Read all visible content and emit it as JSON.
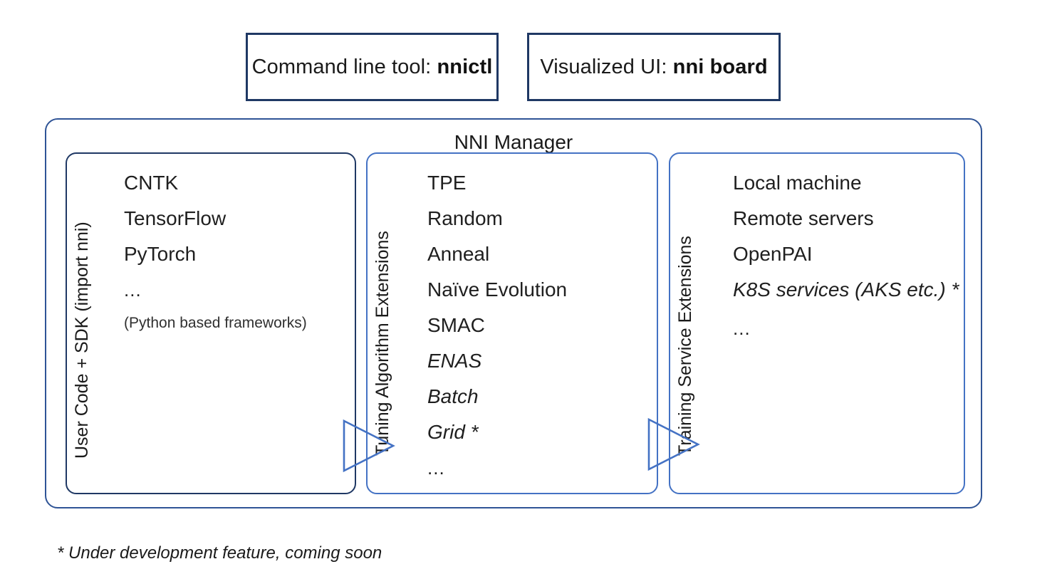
{
  "top_boxes": [
    {
      "name": "command-line-tool",
      "prefix": "Command line tool: ",
      "strong": "nnictl"
    },
    {
      "name": "visualized-ui",
      "prefix": "Visualized UI: ",
      "strong": "nni board"
    }
  ],
  "nni_manager": {
    "title": "NNI Manager",
    "columns": [
      {
        "id": "user-code",
        "side_label": "User Code + SDK (import nni)",
        "items": [
          {
            "text": "CNTK",
            "style": "normal"
          },
          {
            "text": "TensorFlow",
            "style": "normal"
          },
          {
            "text": "PyTorch",
            "style": "normal"
          },
          {
            "text": "...",
            "style": "dots"
          },
          {
            "text": "(Python based frameworks)",
            "style": "small"
          }
        ]
      },
      {
        "id": "tuning-algorithm-extensions",
        "side_label": "Tuning Algorithm Extensions",
        "items": [
          {
            "text": "TPE",
            "style": "normal"
          },
          {
            "text": "Random",
            "style": "normal"
          },
          {
            "text": "Anneal",
            "style": "normal"
          },
          {
            "text": "Naïve Evolution",
            "style": "normal"
          },
          {
            "text": "SMAC",
            "style": "normal"
          },
          {
            "text": "ENAS",
            "style": "italic"
          },
          {
            "text": "Batch",
            "style": "italic"
          },
          {
            "text": "Grid *",
            "style": "italic"
          },
          {
            "text": "...",
            "style": "dots"
          }
        ]
      },
      {
        "id": "training-service-extensions",
        "side_label": "Training Service Extensions",
        "items": [
          {
            "text": "Local machine",
            "style": "normal"
          },
          {
            "text": "Remote servers",
            "style": "normal"
          },
          {
            "text": "OpenPAI",
            "style": "normal"
          },
          {
            "text": "K8S services (AKS etc.) *",
            "style": "italic"
          },
          {
            "text": "...",
            "style": "dots"
          }
        ]
      }
    ]
  },
  "arrows": [
    {
      "name": "arrow-user-to-tuner",
      "direction": "right"
    },
    {
      "name": "arrow-tuner-to-training",
      "direction": "right"
    }
  ],
  "footnote": "* Under development feature, coming soon",
  "colors": {
    "dark_navy_border": "#1F3864",
    "manager_border": "#2F5496",
    "blue_border": "#4472C4",
    "arrow_stroke": "#4472C4",
    "text": "#1a1a1a",
    "background": "#ffffff"
  }
}
